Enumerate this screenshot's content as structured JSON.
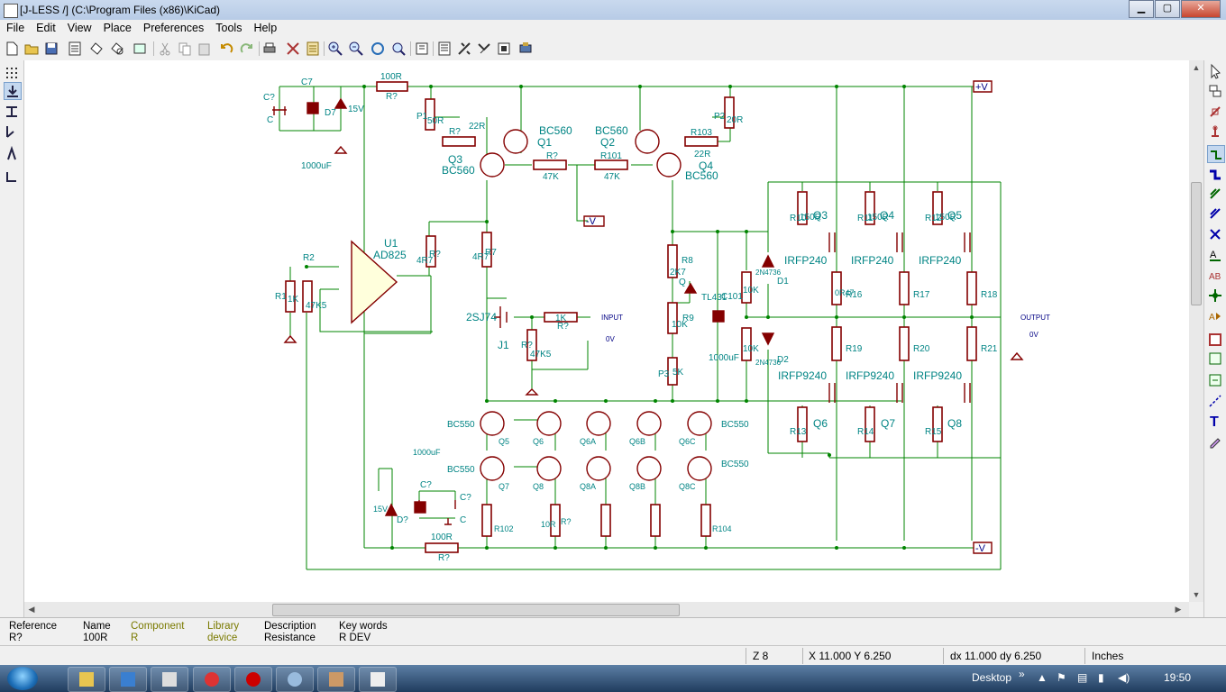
{
  "window": {
    "title": "[J-LESS /] (C:\\Program Files (x86)\\KiCad)",
    "buttons": [
      "▁",
      "▢",
      "✕"
    ]
  },
  "menu": [
    "File",
    "Edit",
    "View",
    "Place",
    "Preferences",
    "Tools",
    "Help"
  ],
  "toolbar_icons": [
    "new-icon",
    "open-icon",
    "save-icon",
    "sheet-icon",
    "library-icon",
    "module-editor-icon",
    "zoom-icon",
    "cut-icon",
    "copy-icon",
    "paste-icon",
    "undo-icon",
    "redo-icon",
    "print-icon",
    "netlist-icon",
    "bom-icon",
    "zoom-in-icon",
    "zoom-out-icon",
    "zoom-redraw-icon",
    "zoom-fit-icon",
    "annotate-icon",
    "erc-icon",
    "cvpcb-icon",
    "pcbnew-icon",
    "footprint-icon"
  ],
  "schematic": {
    "labels": {
      "pos_v": "+V",
      "neg_v": "-V",
      "neg_v_mid": "-V",
      "input": "INPUT",
      "output": "OUTPUT",
      "zero_v": "0V",
      "zero_v2": "0V",
      "r100r_top": "100R",
      "r100r_top_ref": "R?",
      "c_top": "C?",
      "c_top2": "C",
      "c7": "C7",
      "c7_val": "1000uF",
      "d7": "D7",
      "d7_val": "15V",
      "p1": "P1",
      "p1_val": "50R",
      "r_22r_ref": "R?",
      "r_22r_val": "22R",
      "q1_type": "BC560",
      "q1_ref": "Q1",
      "q2_type": "BC560",
      "q2_ref": "Q2",
      "q3_ref": "Q3",
      "q3_type": "BC560",
      "q4_ref": "Q4",
      "q4_type": "BC560",
      "r47k_ref": "R?",
      "r47k_val": "47K",
      "r101_ref": "R101",
      "r101_val": "47K",
      "r103": "R103",
      "r103_val": "22R",
      "p2": "P2",
      "p2_val": "20R",
      "u1_ref": "U1",
      "u1_type": "AD825",
      "r2": "R2",
      "r1": "R1",
      "r1_val": "1K",
      "r2_val": "47K5",
      "r_4r7": "4R7",
      "r_4r7_ref": "R?",
      "r7_val": "4R7",
      "r7": "R7",
      "j1_type": "2SJ74",
      "j1": "J1",
      "r1k_ref": "R?",
      "r1k_val": "1K",
      "r47k5_ref": "R?",
      "r47k5_val": "47K5",
      "r8": "R8",
      "r8_val": "2K7",
      "q_tl431": "TL431",
      "q_ref": "Q",
      "r9": "R9",
      "r9_val": "10K",
      "p3": "P3",
      "p3_val": "5K",
      "c101": "C101",
      "c101_val": "1000uF",
      "r10k_a": "10K",
      "r10k_b": "10K",
      "d1": "D1",
      "d2": "D2",
      "d1_val": "2N4736",
      "d2_val": "2N4736",
      "r10": "R10",
      "r11": "R11",
      "r12": "R12",
      "r150": "150R",
      "r150b": "150R",
      "r150c": "150R",
      "mq3": "Q3",
      "mq4": "Q4",
      "mq5": "Q5",
      "irf240a": "IRFP240",
      "irf240b": "IRFP240",
      "irf240c": "IRFP240",
      "r16": "R16",
      "r17": "R17",
      "r18": "R18",
      "r19": "R19",
      "r20": "R20",
      "r21": "R21",
      "r0r47": "0R47",
      "irf9240a": "IRFP9240",
      "irf9240b": "IRFP9240",
      "irf9240c": "IRFP9240",
      "r13": "R13",
      "r14": "R14",
      "r15": "R15",
      "mq6": "Q6",
      "mq7": "Q7",
      "mq8": "Q8",
      "rR": "R",
      "bc550a": "BC550",
      "bc550b": "BC550",
      "bc550c": "BC550",
      "bc550d": "BC550",
      "q5": "Q5",
      "q6": "Q6",
      "q6a": "Q6A",
      "q6b": "Q6B",
      "q6c": "Q6C",
      "q7": "Q7",
      "q8": "Q8",
      "q8a": "Q8A",
      "q8b": "Q8B",
      "q8c": "Q8C",
      "r102": "R102",
      "r104": "R104",
      "r10r": "10R",
      "rq": "R?",
      "c_bot": "C?",
      "c_bot2": "C",
      "c_bot_ref": "C?",
      "c_bot_val": "1000uF",
      "d_bot": "D?",
      "d_bot_val": "15V",
      "r100r_bot": "100R",
      "r100r_bot_ref": "R?"
    }
  },
  "info_panel": [
    {
      "label": "Reference",
      "value": "R?"
    },
    {
      "label": "Name",
      "value": "100R"
    },
    {
      "label": "Component",
      "value": "R"
    },
    {
      "label": "Library",
      "value": "device"
    },
    {
      "label": "Description",
      "value": "Resistance"
    },
    {
      "label": "Key words",
      "value": "R DEV"
    }
  ],
  "status": {
    "zoom": "Z 8",
    "xy": "X 11.000  Y 6.250",
    "dxdy": "dx 11.000  dy 6.250",
    "units": "Inches"
  },
  "taskbar": {
    "desktop": "Desktop",
    "chevron": "»",
    "clock": "19:50"
  },
  "colors": {
    "wire": "#008400",
    "component": "#840000",
    "field": "#008484",
    "label": "#000084",
    "canvas": "#ffffff"
  }
}
